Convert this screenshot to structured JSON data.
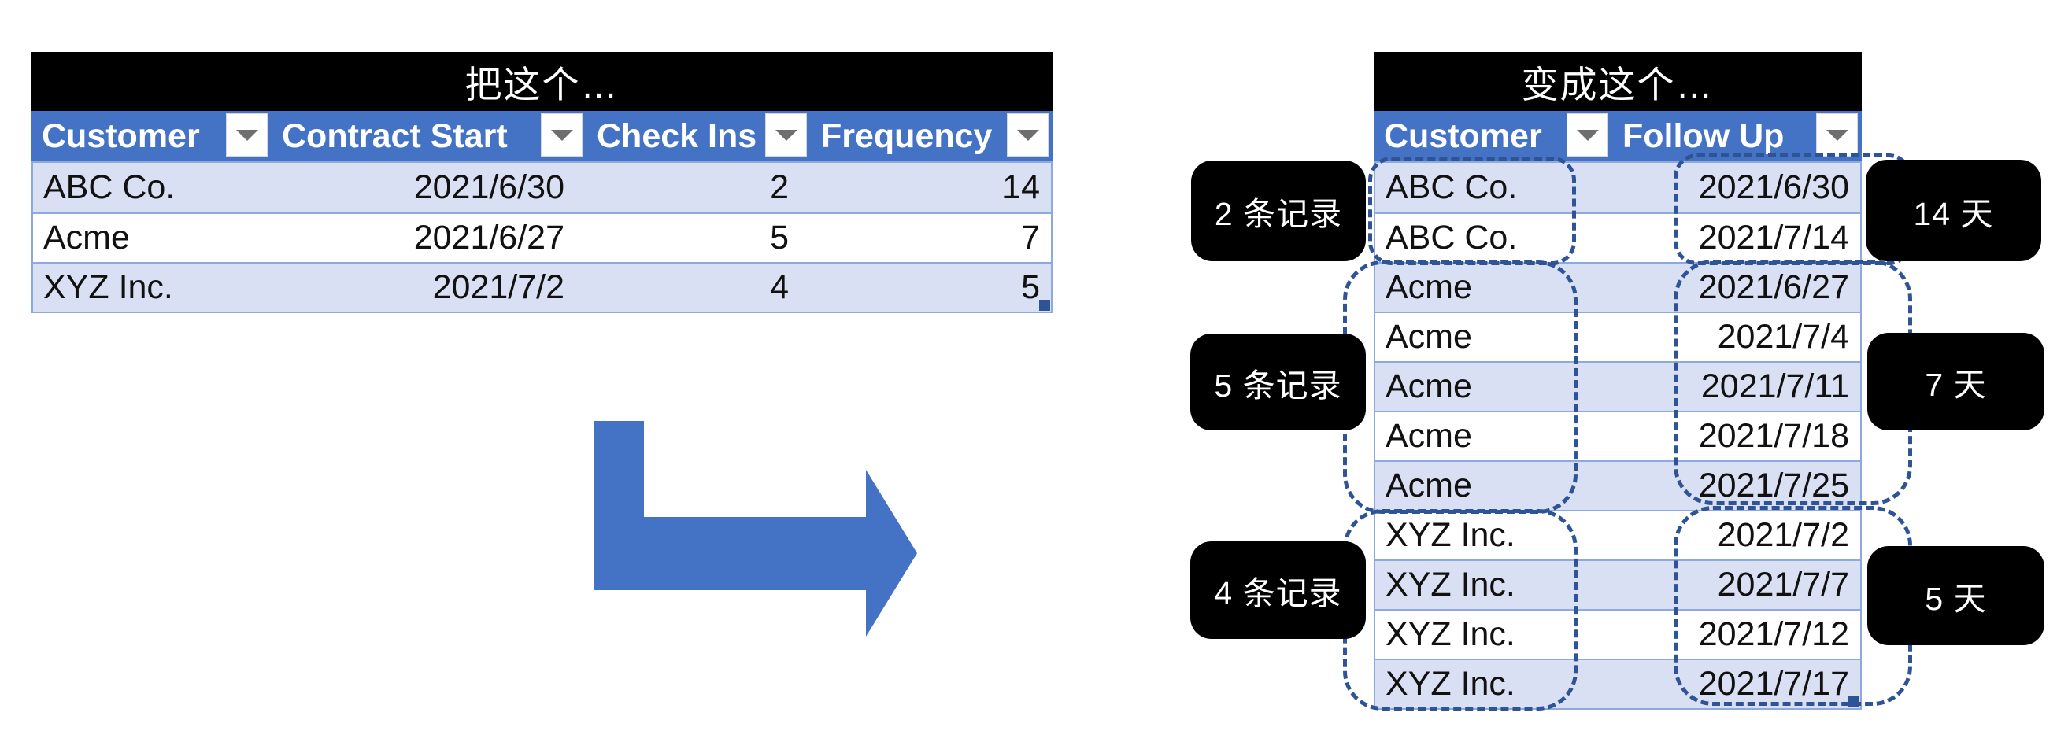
{
  "left_table": {
    "title": "把这个…",
    "columns": [
      "Customer",
      "Contract Start",
      "Check Ins",
      "Frequency"
    ],
    "rows": [
      {
        "customer": "ABC Co.",
        "contract_start": "2021/6/30",
        "check_ins": "2",
        "frequency": "14"
      },
      {
        "customer": "Acme",
        "contract_start": "2021/6/27",
        "check_ins": "5",
        "frequency": "7"
      },
      {
        "customer": "XYZ Inc.",
        "contract_start": "2021/7/2",
        "check_ins": "4",
        "frequency": "5"
      }
    ]
  },
  "right_table": {
    "title": "变成这个…",
    "columns": [
      "Customer",
      "Follow Up"
    ],
    "rows": [
      {
        "customer": "ABC Co.",
        "follow_up": "2021/6/30"
      },
      {
        "customer": "ABC Co.",
        "follow_up": "2021/7/14"
      },
      {
        "customer": "Acme",
        "follow_up": "2021/6/27"
      },
      {
        "customer": "Acme",
        "follow_up": "2021/7/4"
      },
      {
        "customer": "Acme",
        "follow_up": "2021/7/11"
      },
      {
        "customer": "Acme",
        "follow_up": "2021/7/18"
      },
      {
        "customer": "Acme",
        "follow_up": "2021/7/25"
      },
      {
        "customer": "XYZ Inc.",
        "follow_up": "2021/7/2"
      },
      {
        "customer": "XYZ Inc.",
        "follow_up": "2021/7/7"
      },
      {
        "customer": "XYZ Inc.",
        "follow_up": "2021/7/12"
      },
      {
        "customer": "XYZ Inc.",
        "follow_up": "2021/7/17"
      }
    ]
  },
  "callouts": {
    "records": [
      "2 条记录",
      "5 条记录",
      "4 条记录"
    ],
    "days": [
      "14 天",
      "7 天",
      "5 天"
    ]
  },
  "icons": {
    "filter_dropdown": "filter-dropdown-arrow"
  },
  "colors": {
    "header_fill": "#4472C4",
    "banded_row_fill": "#DAE0F3",
    "row_border": "#8EA9DB",
    "title_fill": "#000000",
    "callout_fill": "#000000",
    "arrow_fill": "#4472C4",
    "group_outline": "#2F5496",
    "selection_handle": "#2F5496"
  }
}
